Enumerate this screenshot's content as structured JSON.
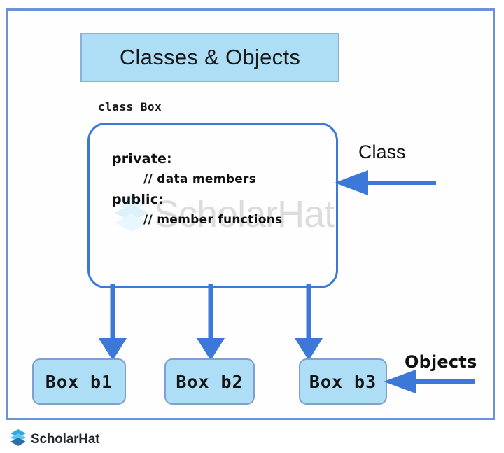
{
  "diagram": {
    "title": "Classes & Objects",
    "class_declaration": "class Box",
    "class_members": [
      {
        "text": "private:",
        "kind": "access-specifier"
      },
      {
        "text": "// data members",
        "kind": "comment"
      },
      {
        "text": "public:",
        "kind": "access-specifier"
      },
      {
        "text": "// member functions",
        "kind": "comment"
      }
    ],
    "callouts": [
      {
        "label": "Class",
        "icon": "left-arrow-icon"
      },
      {
        "label": "Objects",
        "icon": "left-arrow-icon"
      }
    ],
    "objects": [
      {
        "label": "Box b1"
      },
      {
        "label": "Box b2"
      },
      {
        "label": "Box b3"
      }
    ],
    "connectors": {
      "count": 3,
      "icon": "down-arrow-icon"
    }
  },
  "watermark": {
    "text": "ScholarHat",
    "mark": "layers-hexagon-icon"
  },
  "footer": {
    "brand": "ScholarHat",
    "logo": "layers-hexagon-icon"
  },
  "colors": {
    "frame_border": "#6b93d6",
    "banner_fill": "#addef5",
    "banner_border": "#8eaedd",
    "class_border": "#3b78d8",
    "arrow": "#3b78d8",
    "object_fill": "#addef5",
    "object_border": "#7f9fd0",
    "text": "#101010",
    "watermark": "#dcdcdc",
    "logo_dark": "#23272f",
    "logo_blue": "#31a8e0"
  }
}
